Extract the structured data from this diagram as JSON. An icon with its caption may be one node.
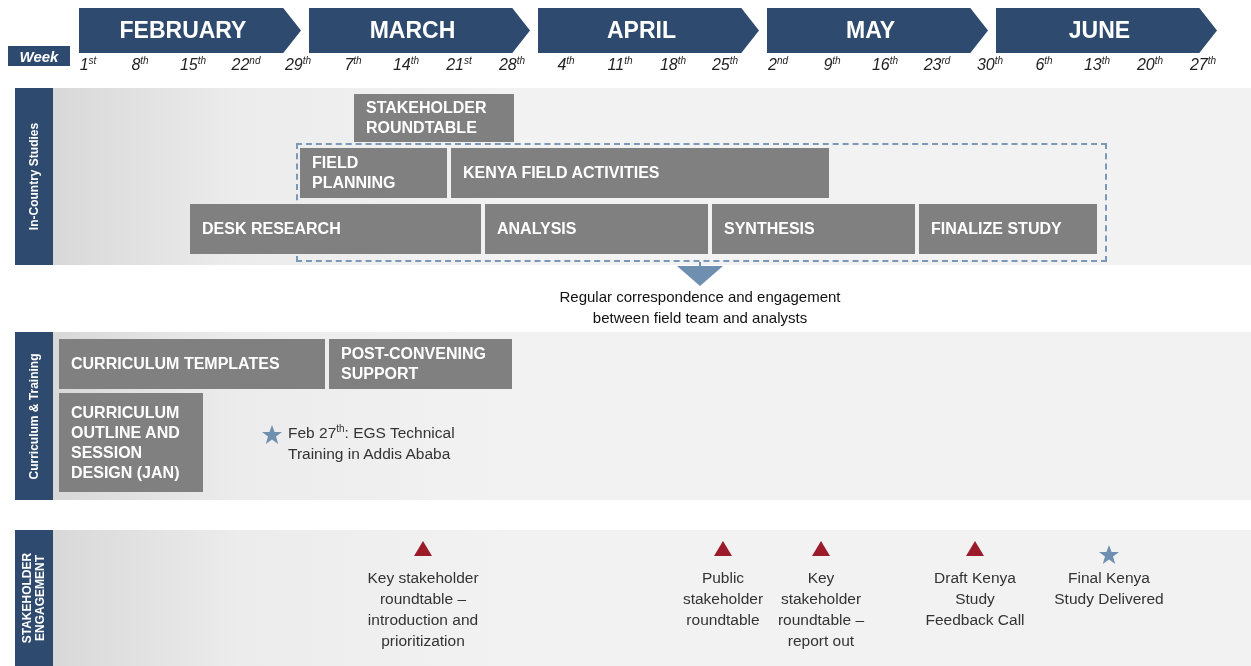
{
  "diagram": {
    "nodes": [
      {
        "text": [
          "FEBRUARY"
        ]
      },
      {
        "text": [
          "MARCH"
        ]
      },
      {
        "text": [
          "APRIL"
        ]
      },
      {
        "text": [
          "MAY"
        ]
      },
      {
        "text": [
          "JUNE"
        ]
      },
      {
        "text": [
          "Week"
        ]
      },
      {
        "text": [
          "In-Country Studies"
        ]
      },
      {
        "text": [
          "STAKEHOLDER ROUNDTABLE"
        ],
        "in": 6
      },
      {
        "text": [],
        "shape": "box",
        "in": 6
      },
      {
        "text": [
          "FIELD PLANNING"
        ],
        "in": 8
      },
      {
        "text": [
          "KENYA FIELD ACTIVITIES"
        ],
        "in": 8
      },
      {
        "text": [
          "DESK RESEARCH"
        ],
        "in": 6
      },
      {
        "text": [
          "ANALYSIS"
        ],
        "in": 8
      },
      {
        "text": [
          "SYNTHESIS"
        ],
        "in": 8
      },
      {
        "text": [
          "FINALIZE STUDY"
        ],
        "in": 8
      },
      {
        "text": [
          "Regular correspondence and engagement between field team and analysts"
        ]
      },
      {
        "text": [
          "Curriculum & Training"
        ]
      },
      {
        "text": [
          "CURRICULUM TEMPLATES"
        ],
        "in": 16
      },
      {
        "text": [
          "POST-CONVENING SUPPORT"
        ],
        "in": 16
      },
      {
        "text": [
          "CURRICULUM OUTLINE AND SESSION DESIGN (JAN)"
        ],
        "in": 16
      },
      {
        "text": [
          "STAKEHOLDER ENGAGEMENT"
        ]
      }
    ],
    "edges": [
      {
        "from": 8,
        "to": 15,
        "arrow": "to"
      }
    ],
    "labels": [
      "1$^{st}$",
      "8$^{th}$",
      "15$^{th}$",
      "22$^{nd}$",
      "29$^{th}$",
      "7$^{th}$",
      "14$^{th}$",
      "21$^{st}$",
      "28$^{th}$",
      "4$^{th}$",
      "11$^{th}$",
      "18$^{th}$",
      "25$^{th}$",
      "2$^{nd}$",
      "9$^{th}$",
      "16$^{th}$",
      "23$^{rd}$",
      "30$^{th}$",
      "6$^{th}$",
      "13$^{th}$",
      "20$^{th}$",
      "27$^{th}$",
      "Feb 27$^{th}$: EGS Technical Training in Addis Ababa",
      "Key stakeholder roundtable – introduction and prioritization",
      "Public stakeholder roundtable",
      "Key stakeholder roundtable – report out",
      "Draft Kenya Study Feedback Call",
      "Final Kenya Study Delivered"
    ]
  }
}
